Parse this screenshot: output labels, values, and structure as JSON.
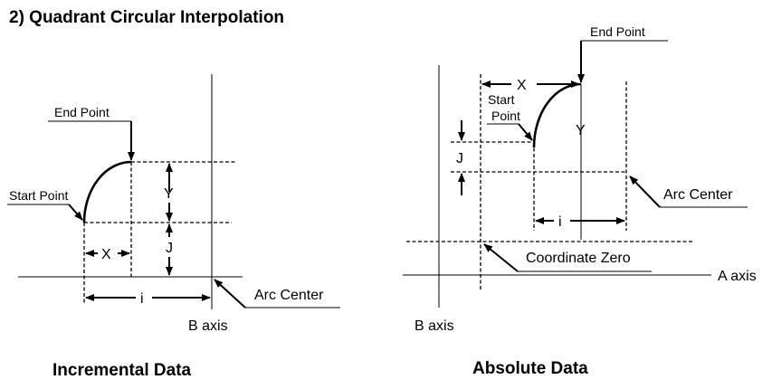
{
  "title": "2) Quadrant Circular Interpolation",
  "incremental": {
    "caption": "Incremental Data",
    "end_point": "End Point",
    "start_point": "Start Point",
    "y_label": "Y",
    "x_label": "X",
    "j_label": "J",
    "i_label": "i",
    "arc_center": "Arc Center",
    "b_axis": "B axis"
  },
  "absolute": {
    "caption": "Absolute Data",
    "end_point": "End Point",
    "start_line1": "Start",
    "start_line2": "Point",
    "x_label": "X",
    "y_label": "Y",
    "j_label": "J",
    "i_label": "i",
    "arc_center": "Arc Center",
    "coordinate_zero": "Coordinate Zero",
    "a_axis": "A axis",
    "b_axis": "B axis"
  }
}
